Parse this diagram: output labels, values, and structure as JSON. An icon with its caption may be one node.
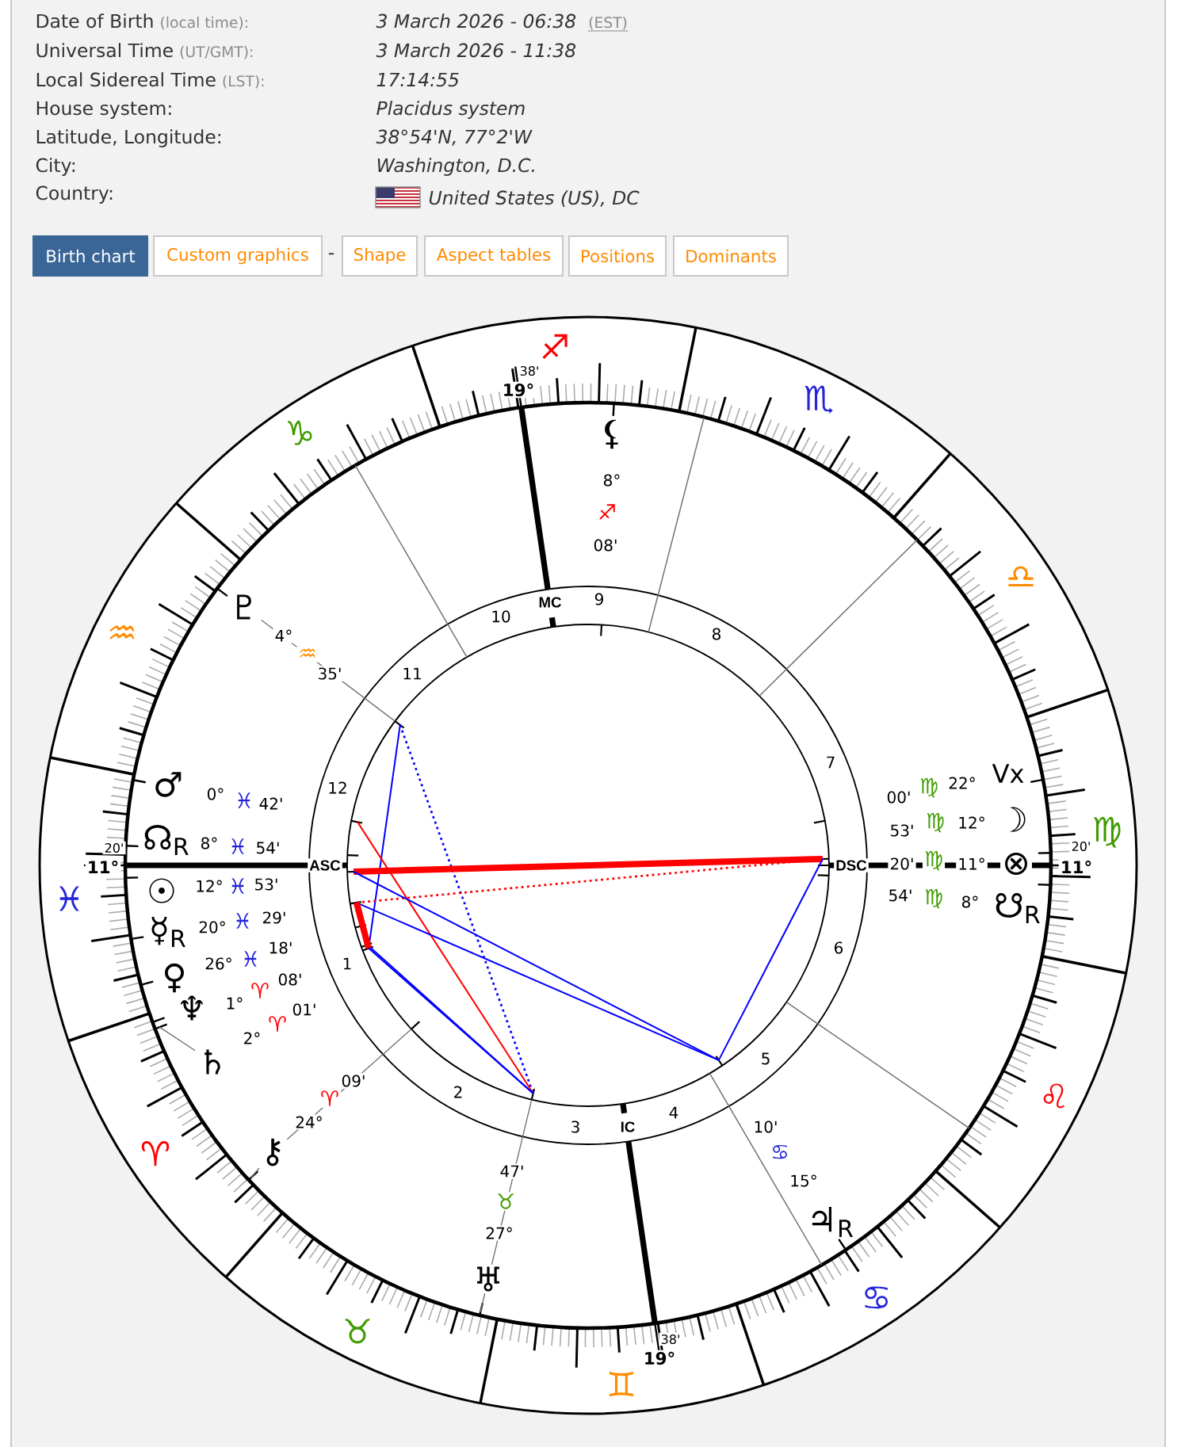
{
  "diagram": {
    "nodes": [
      {
        "text": [
          "Birth chart"
        ]
      },
      {
        "text": [
          "Custom graphics"
        ]
      },
      {
        "text": [
          "Shape"
        ]
      },
      {
        "text": [
          "Aspect tables"
        ]
      },
      {
        "text": [
          "Positions"
        ]
      },
      {
        "text": [
          "Dominants"
        ]
      },
      {
        "text": [
          "♇"
        ]
      },
      {
        "text": [
          "♄"
        ]
      },
      {
        "text": [
          "⚷"
        ]
      },
      {
        "text": [
          "♅"
        ]
      }
    ],
    "edges": [
      {
        "from": 6,
        "to": null,
        "arrow": "none"
      },
      {
        "from": 7,
        "to": null,
        "arrow": "none"
      },
      {
        "from": 8,
        "to": null,
        "arrow": "none"
      },
      {
        "from": 8,
        "to": null,
        "arrow": "none"
      },
      {
        "from": 9,
        "to": null,
        "arrow": "none"
      },
      {
        "from": 9,
        "to": null,
        "arrow": "none"
      }
    ],
    "labels": [
      "Date of Birth",
      "(local time):",
      "3 March 2026 - 06:38",
      "(EST)",
      "Universal Time",
      "(UT/GMT):",
      "3 March 2026 - 11:38",
      "Local Sidereal Time",
      "(LST):",
      "17:14:55",
      "House system:",
      "Placidus system",
      "Latitude, Longitude:",
      "38°54'N, 77°2'W",
      "City:",
      "Washington, D.C.",
      "Country:",
      "United States (US), DC",
      "-",
      "♐",
      "♏",
      "♑",
      "♎",
      "♒",
      "♍",
      "♓",
      "♌",
      "♈",
      "♋",
      "♉",
      "♊",
      "38'",
      "19°",
      "20'",
      "11°",
      "20'",
      "11°",
      "38'",
      "19°",
      "MC",
      "ASC",
      "DSC",
      "IC",
      "1",
      "2",
      "3",
      "4",
      "5",
      "6",
      "7",
      "8",
      "9",
      "10",
      "11",
      "12",
      "⚸",
      "8°",
      "♐",
      "08'",
      "4°",
      "♒",
      "35'",
      "♂",
      "0°",
      "♓",
      "42'",
      "☊$_{R}$",
      "8°",
      "♓",
      "54'",
      "☉",
      "12°",
      "♓",
      "53'",
      "☿$_{R}$",
      "20°",
      "♓",
      "29'",
      "♀",
      "26°",
      "♓",
      "18'",
      "♆",
      "1°",
      "♈",
      "08'",
      "2°",
      "♈",
      "01'",
      "24°",
      "♈",
      "09'",
      "27°",
      "♉",
      "47'",
      "♃$_{R}$",
      "15°",
      "♋",
      "10'",
      "Vx",
      "22°",
      "♍",
      "00'",
      "☽",
      "12°",
      "♍",
      "53'",
      "⊗",
      "11°",
      "♍",
      "20'",
      "☋$_{R}$",
      "8°",
      "♍",
      "54'"
    ]
  }
}
